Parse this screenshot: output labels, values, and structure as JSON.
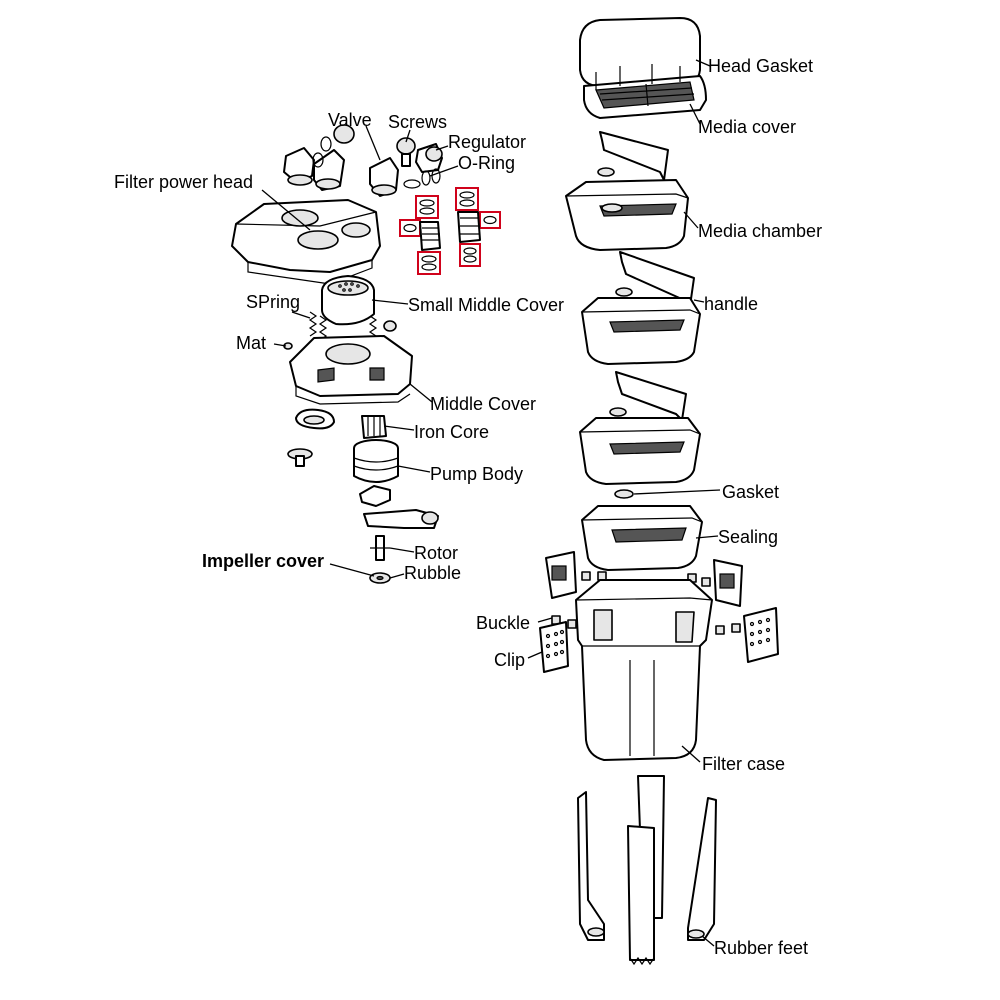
{
  "labels": {
    "head_gasket": "Head Gasket",
    "media_cover": "Media cover",
    "valve": "Valve",
    "screws": "Screws",
    "regulator": "Regulator",
    "o_ring": "O-Ring",
    "filter_power_head": "Filter power head",
    "media_chamber": "Media chamber",
    "handle": "handle",
    "spring": "SPring",
    "small_middle_cover": "Small Middle Cover",
    "mat": "Mat",
    "middle_cover": "Middle Cover",
    "iron_core": "Iron Core",
    "pump_body": "Pump Body",
    "gasket": "Gasket",
    "sealing": "Sealing",
    "rotor": "Rotor",
    "impeller_cover": "Impeller cover",
    "rubble": "Rubble",
    "buckle": "Buckle",
    "clip": "Clip",
    "filter_case": "Filter case",
    "rubber_feet": "Rubber feet"
  },
  "colors": {
    "line": "#000000",
    "highlight_box": "#d0021b",
    "background": "#ffffff"
  }
}
